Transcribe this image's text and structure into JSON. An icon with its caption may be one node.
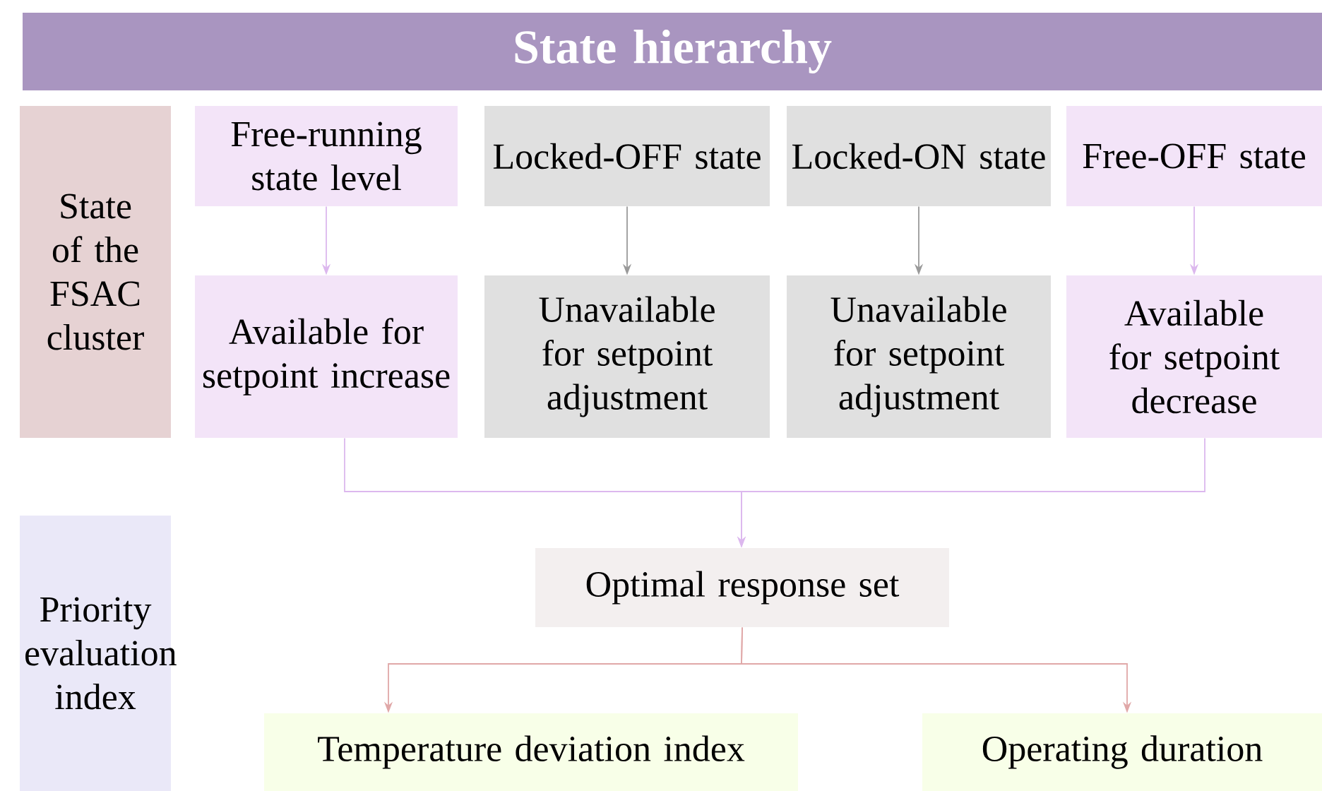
{
  "diagram": {
    "nodes": [
      {
        "text": [
          "State hierarchy"
        ]
      },
      {
        "text": [
          "State of the FSAC cluster"
        ]
      },
      {
        "text": [
          "Free-running state level"
        ]
      },
      {
        "text": [
          "Locked-OFF state"
        ]
      },
      {
        "text": [
          "Locked-ON state"
        ]
      },
      {
        "text": [
          "Free-OFF state"
        ]
      },
      {
        "text": [
          "Available for setpoint increase"
        ]
      },
      {
        "text": [
          "Unavailable for setpoint adjustment"
        ]
      },
      {
        "text": [
          "Unavailable for setpoint adjustment"
        ]
      },
      {
        "text": [
          "Available for setpoint decrease"
        ]
      },
      {
        "text": [
          "Priority evaluation index"
        ]
      },
      {
        "text": [
          "Optimal response set"
        ]
      },
      {
        "text": [
          "Temperature deviation index"
        ]
      },
      {
        "text": [
          "Operating duration"
        ]
      }
    ],
    "edges": [
      {
        "from": 2,
        "to": 6,
        "arrow": "to"
      },
      {
        "from": 3,
        "to": 7,
        "arrow": "to",
        "color": "#9a9a9a"
      },
      {
        "from": 4,
        "to": 8,
        "arrow": "to",
        "color": "#9a9a9a"
      },
      {
        "from": 5,
        "to": 9,
        "arrow": "to"
      },
      {
        "from": 6,
        "to": 11,
        "arrow": "to"
      },
      {
        "from": 9,
        "to": 11,
        "arrow": "to"
      },
      {
        "from": 11,
        "to": 12,
        "arrow": "to",
        "color": "#e0a8a8"
      },
      {
        "from": 11,
        "to": 13,
        "arrow": "to",
        "color": "#e0a8a8"
      }
    ]
  }
}
